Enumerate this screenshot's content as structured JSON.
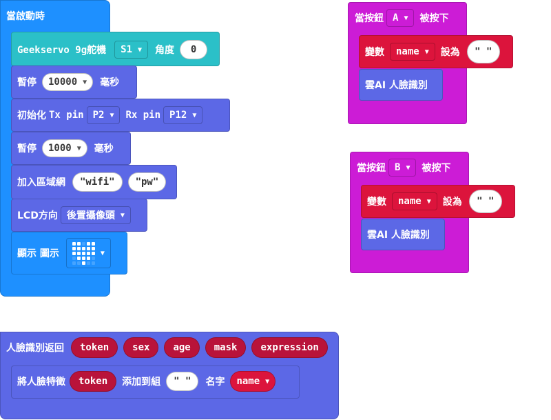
{
  "colors": {
    "basic": "#1e90ff",
    "teal": "#2bc0c8",
    "purple": "#5c68e6",
    "magenta": "#cc1cd6",
    "red": "#dc143c",
    "pill": "#b9133a"
  },
  "on_start": {
    "label": "當啟動時",
    "geekservo": {
      "label": "Geekservo 9g舵機",
      "port": "S1",
      "angle_label": "角度",
      "angle": "0"
    },
    "pause1": {
      "label": "暫停",
      "value": "10000",
      "unit": "毫秒"
    },
    "init": {
      "label": "初始化",
      "tx_label": "Tx pin",
      "tx": "P2",
      "rx_label": "Rx pin",
      "rx": "P12"
    },
    "pause2": {
      "label": "暫停",
      "value": "1000",
      "unit": "毫秒"
    },
    "wifi": {
      "label": "加入區域網",
      "ssid": "\"wifi\"",
      "pw": "\"pw\""
    },
    "lcd": {
      "label": "LCD方向",
      "value": "後置攝像頭"
    },
    "show": {
      "label": "顯示 圖示",
      "icon": "heart-icon"
    }
  },
  "button_a": {
    "when": "當按鈕",
    "button": "A",
    "pressed": "被按下",
    "set_label": "變數",
    "var": "name",
    "set_to": "設為",
    "value": "\" \"",
    "ai_label": "雲AI 人臉識別"
  },
  "button_b": {
    "when": "當按鈕",
    "button": "B",
    "pressed": "被按下",
    "set_label": "變數",
    "var": "name",
    "set_to": "設為",
    "value": "\" \"",
    "ai_label": "雲AI 人臉識別"
  },
  "face_return": {
    "label": "人臉識別返回",
    "params": [
      "token",
      "sex",
      "age",
      "mask",
      "expression"
    ],
    "add": {
      "label": "將人臉特徵",
      "token": "token",
      "add_label": "添加到組",
      "group": "\" \"",
      "name_label": "名字",
      "name": "name"
    }
  }
}
